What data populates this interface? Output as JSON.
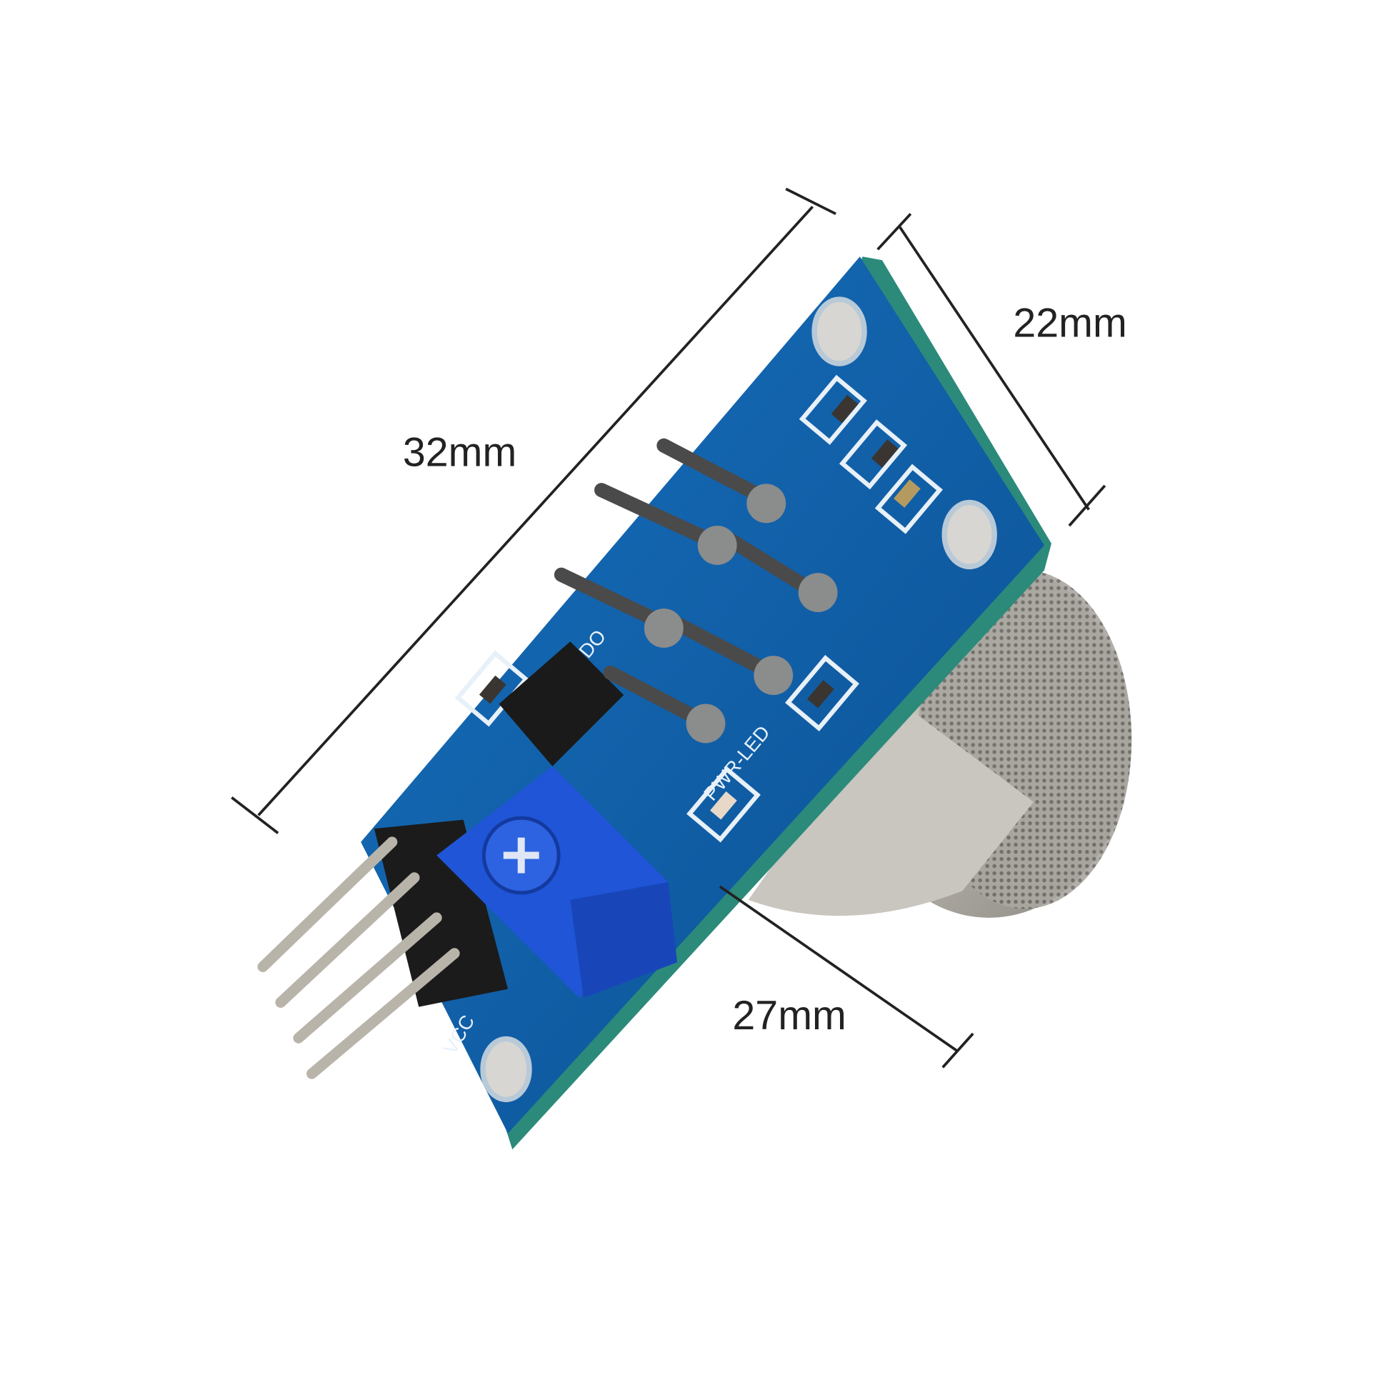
{
  "product": {
    "board_color": "#0f5fa8",
    "sensor_color": "#b9b6b0",
    "pot_color": "#1f55d6",
    "silkscreen_labels": [
      "PWR-LED",
      "DO",
      "VCC"
    ]
  },
  "dimensions": {
    "length": "32mm",
    "width": "22mm",
    "depth": "27mm"
  }
}
